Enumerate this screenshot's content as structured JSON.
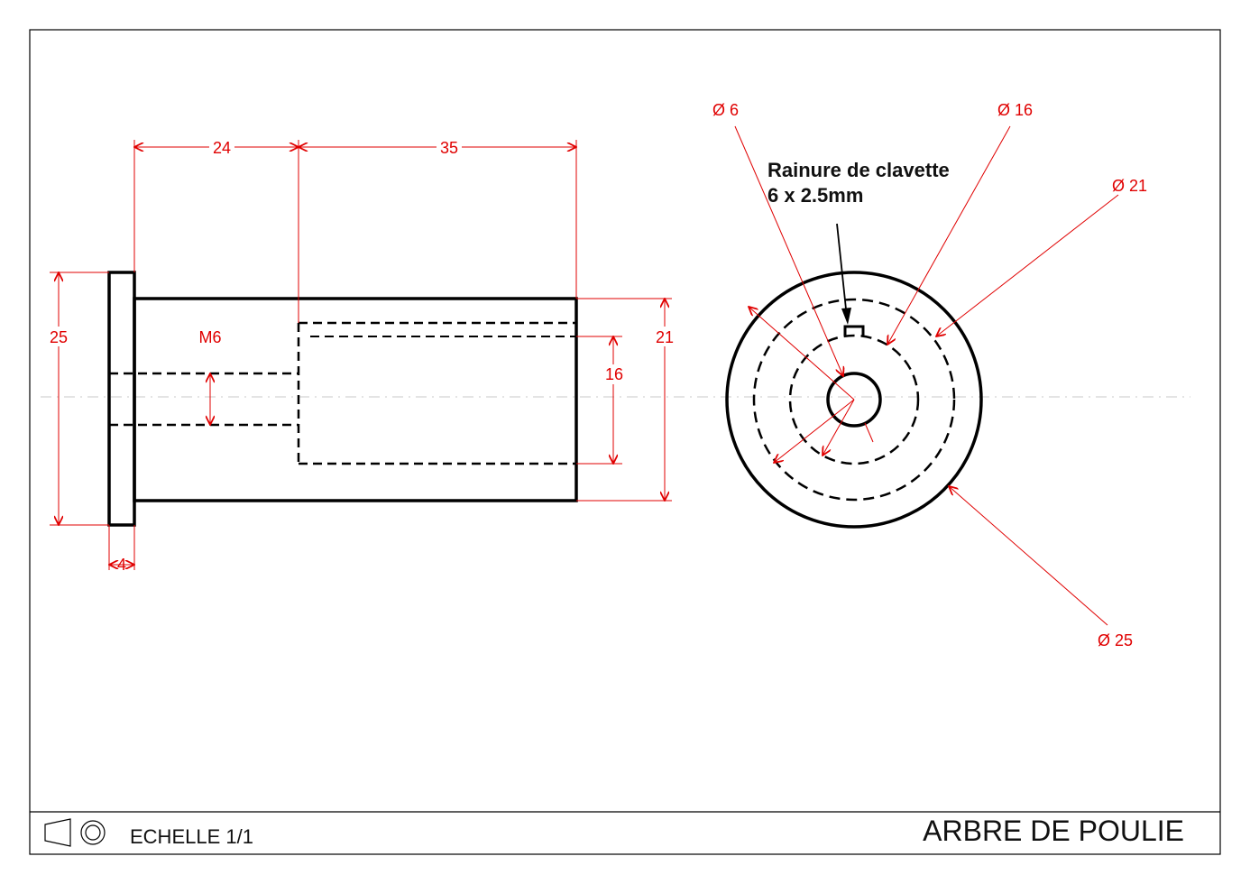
{
  "dimensions": {
    "d24": "24",
    "d35": "35",
    "d25": "25",
    "m6": "M6",
    "d16": "16",
    "d21": "21",
    "d4": "4"
  },
  "callouts": {
    "phi6": "Ø 6",
    "phi16": "Ø 16",
    "phi21": "Ø 21",
    "phi25": "Ø 25"
  },
  "note": {
    "line1": "Rainure de clavette",
    "line2": "6 x 2.5mm"
  },
  "title_block": {
    "scale": "ECHELLE 1/1",
    "title": "ARBRE DE POULIE"
  },
  "colors": {
    "dimension": "#e00000",
    "outline": "#000000"
  }
}
